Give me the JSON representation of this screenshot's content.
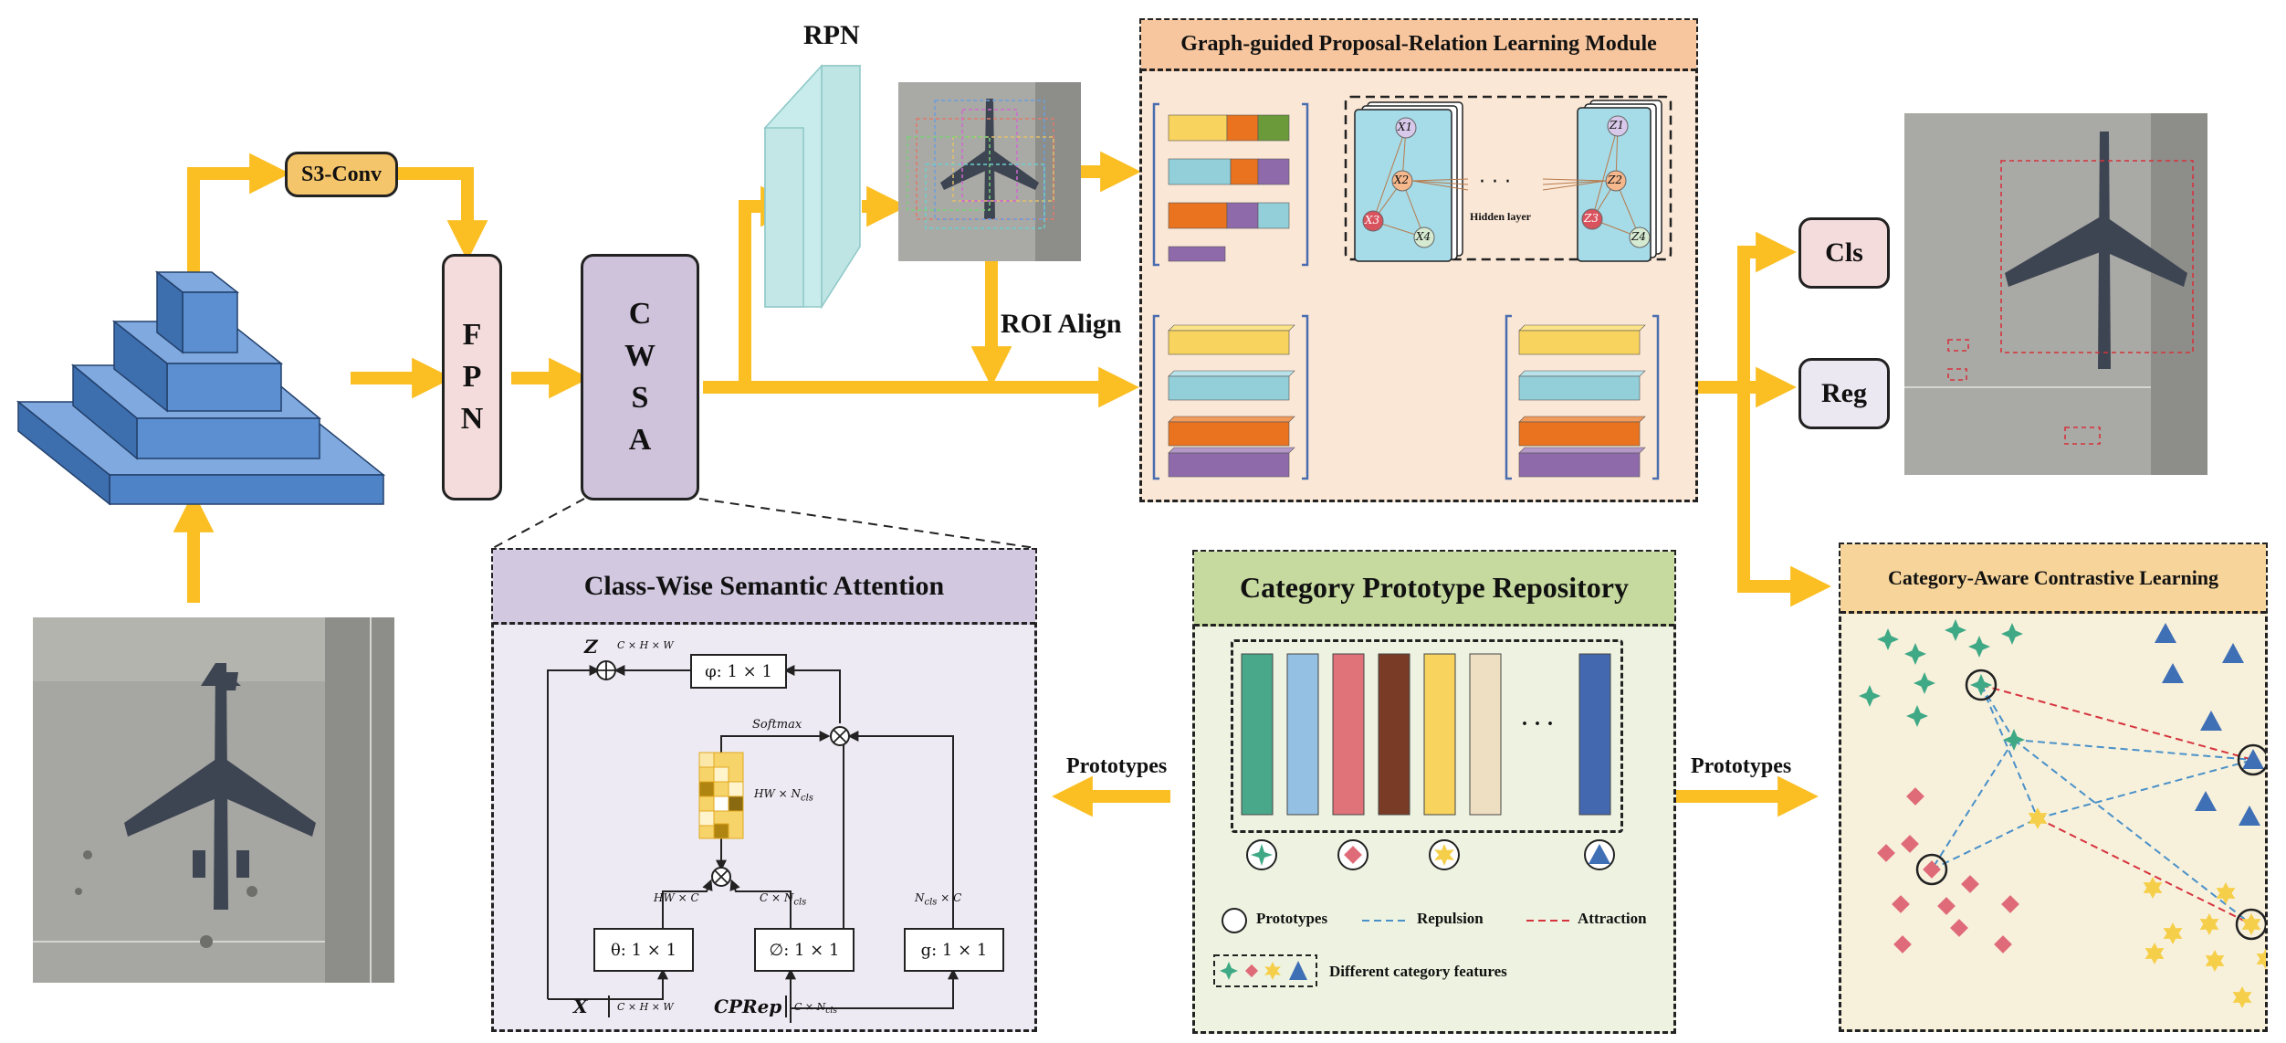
{
  "modules": {
    "s3conv": "S3-Conv",
    "fpn_letters": [
      "F",
      "P",
      "N"
    ],
    "cwsa_letters": [
      "C",
      "W",
      "S",
      "A"
    ],
    "rpn": "RPN",
    "roi_align": "ROI Align",
    "gprl_title": "Graph-guided Proposal-Relation Learning Module",
    "hidden_layer": "Hidden layer",
    "cls": "Cls",
    "reg": "Reg",
    "cacl_title": "Category-Aware Contrastive Learning",
    "cpr_title": "Category Prototype Repository",
    "cwsa_title": "Class-Wise Semantic Attention",
    "prototypes_left": "Prototypes",
    "prototypes_right": "Prototypes"
  },
  "graph_nodes_x": [
    "X1",
    "X2",
    "X3",
    "X4"
  ],
  "graph_nodes_z": [
    "Z1",
    "Z2",
    "Z3",
    "Z4"
  ],
  "attention": {
    "z_label": "Z",
    "z_dim": "C × H × W",
    "phi": "φ: 1 × 1",
    "softmax": "Softmax",
    "hw_ncls": "HW × N",
    "hw_ncls_sub": "cls",
    "hw_c": "HW  × C",
    "c_ncls": "C × N",
    "c_ncls_sub": "cls",
    "ncls_c": "N",
    "ncls_c_sub": "cls",
    "ncls_c_tail": " × C",
    "theta": "θ: 1 × 1",
    "oslash": "∅: 1 × 1",
    "g": "g: 1 × 1",
    "x_label": "X",
    "x_dim": "C × H × W",
    "cprep_label": "CPRep",
    "cprep_dim": "C × N",
    "cprep_dim_sub": "cls"
  },
  "legend": {
    "prototypes": "Prototypes",
    "repulsion": "Repulsion",
    "attraction": "Attraction",
    "features": "Different category features"
  },
  "ellipsis": "· · ·",
  "colors": {
    "arrow": "#fbbf24",
    "pyramid": "#5b8fd1",
    "fpn_fill": "#f5dcdc",
    "cwsa_fill": "#cfc3dc",
    "s3conv_fill": "#f5c56b",
    "gprl_bg": "#fbe7d6",
    "gprl_header": "#f7c69e",
    "cpr_bg": "#eef3e1",
    "cpr_header": "#c6da9f",
    "cacl_bg": "#f7f1dc",
    "cacl_header": "#f6d49a",
    "cwsa_panel_bg": "#edeaf3",
    "cwsa_header": "#d2c8e0",
    "teal": "#3fa985",
    "pink": "#e06b78",
    "yellow": "#f6cf4a",
    "blue": "#3f6fb5",
    "cyan": "#92cfd9",
    "orange": "#e9731f",
    "purple": "#8e6aab"
  },
  "prototype_colors": [
    "#4aa88a",
    "#93c0e3",
    "#e0727a",
    "#7a3b26",
    "#f8d35e",
    "#efdfc2",
    "#4468b0"
  ]
}
